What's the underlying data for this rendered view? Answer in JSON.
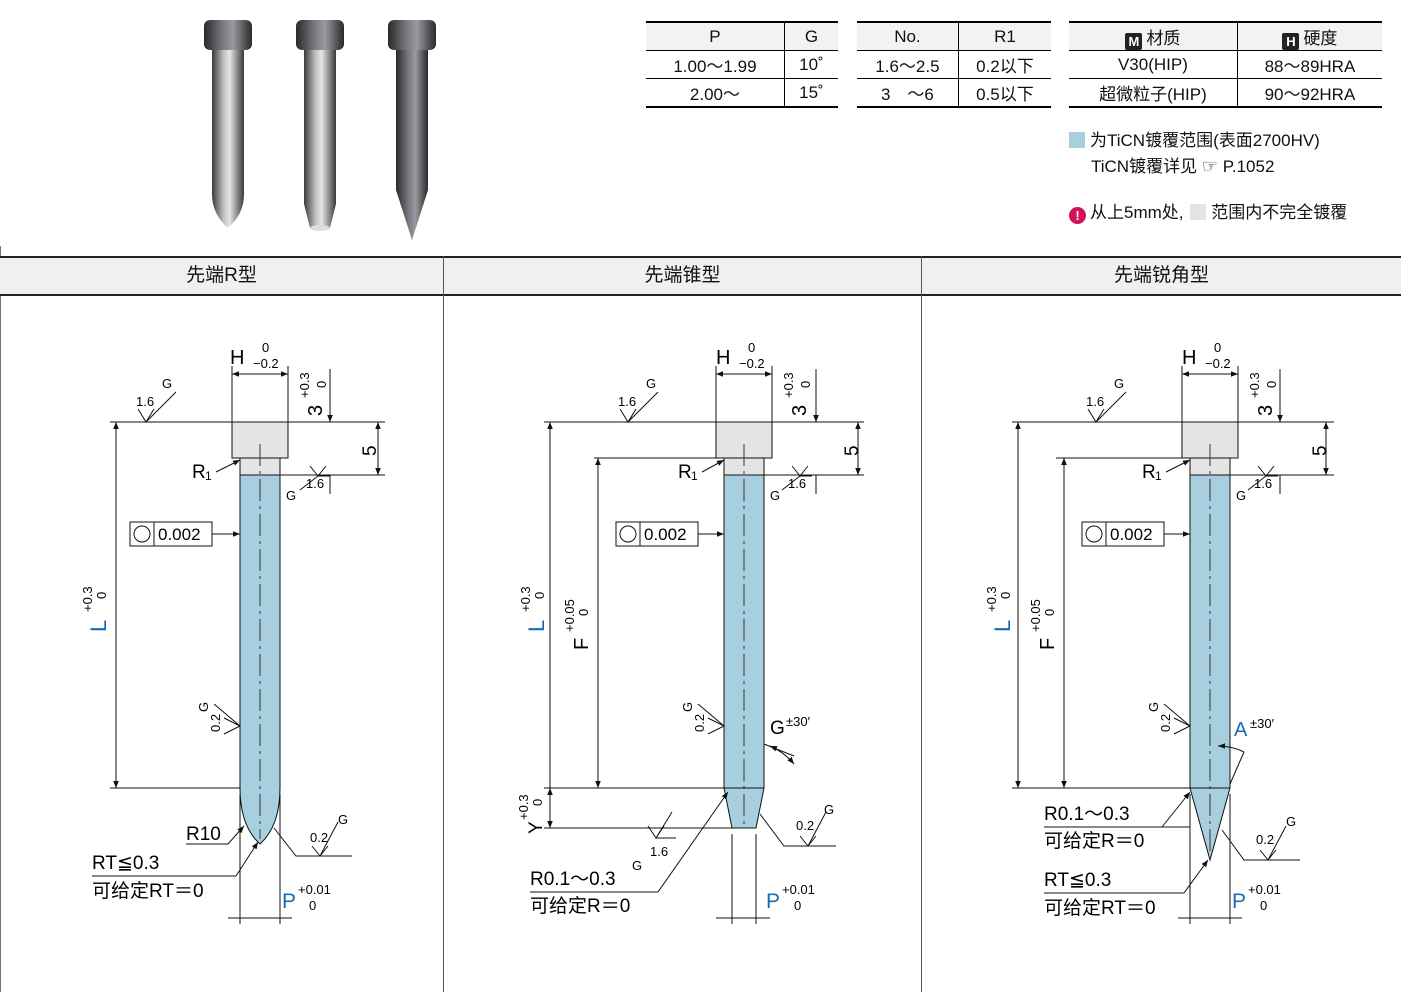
{
  "table_pg": {
    "headers": [
      "P",
      "G"
    ],
    "rows": [
      [
        "1.00～1.99",
        "10˚"
      ],
      [
        "2.00～",
        "15˚"
      ]
    ]
  },
  "table_r1": {
    "headers": [
      "No.",
      "R1"
    ],
    "rows": [
      [
        "1.6～2.5",
        "0.2以下"
      ],
      [
        "3　～6",
        "0.5以下"
      ]
    ]
  },
  "table_mat": {
    "header_material_icon": "M",
    "header_material": "材质",
    "header_hardness_icon": "H",
    "header_hardness": "硬度",
    "rows": [
      [
        "V30(HIP)",
        "88～89HRA"
      ],
      [
        "超微粒子(HIP)",
        "90～92HRA"
      ]
    ]
  },
  "notes": {
    "coating_range": "为TiCN镀覆范围(表面2700HV)",
    "coating_ref_text": "TiCN镀覆详见",
    "coating_ref_page": "P.1052",
    "warning_part1": "从上5mm处,",
    "warning_part2": "范围内不完全镀覆"
  },
  "colors": {
    "coating": "#a8cfdf",
    "uncoated": "#e4e4e4",
    "dim_blue": "#1a6bb5",
    "warn": "#d0105a"
  },
  "sections": [
    {
      "title": "先端R型",
      "head_dim": "H",
      "head_tol_up": "0",
      "head_tol_low": "−0.2",
      "top_dim": "3",
      "top_tol_up": "+0.3",
      "top_tol_low": "0",
      "dim5": "5",
      "r1": "R",
      "r1_sub": "1",
      "roundness": "0.002",
      "len": "L",
      "len_tol_up": "+0.3",
      "len_tol_low": "0",
      "rough_16": "1.6",
      "rough_02": "0.2",
      "rough_g": "G",
      "r10": "R10",
      "rt_line1": "RT≦0.3",
      "rt_line2": "可给定RT＝0",
      "p": "P",
      "p_tol_up": "+0.01",
      "p_tol_low": "0"
    },
    {
      "title": "先端锥型",
      "head_dim": "H",
      "head_tol_up": "0",
      "head_tol_low": "−0.2",
      "top_dim": "3",
      "top_tol_up": "+0.3",
      "top_tol_low": "0",
      "dim5": "5",
      "r1": "R",
      "r1_sub": "1",
      "roundness": "0.002",
      "len": "L",
      "len_tol_up": "+0.3",
      "len_tol_low": "0",
      "f": "F",
      "f_tol_up": "+0.05",
      "f_tol_low": "0",
      "y": "Y",
      "y_tol_up": "+0.3",
      "y_tol_low": "0",
      "angle": "G",
      "angle_tol": "±30′",
      "rough_16": "1.6",
      "rough_02": "0.2",
      "rough_g": "G",
      "r_line1": "R0.1～0.3",
      "r_line2": "可给定R＝0",
      "p": "P",
      "p_tol_up": "+0.01",
      "p_tol_low": "0"
    },
    {
      "title": "先端锐角型",
      "head_dim": "H",
      "head_tol_up": "0",
      "head_tol_low": "−0.2",
      "top_dim": "3",
      "top_tol_up": "+0.3",
      "top_tol_low": "0",
      "dim5": "5",
      "r1": "R",
      "r1_sub": "1",
      "roundness": "0.002",
      "len": "L",
      "len_tol_up": "+0.3",
      "len_tol_low": "0",
      "f": "F",
      "f_tol_up": "+0.05",
      "f_tol_low": "0",
      "angle": "A",
      "angle_tol": "±30′",
      "rough_16": "1.6",
      "rough_02": "0.2",
      "rough_g": "G",
      "r_line1": "R0.1～0.3",
      "r_line2": "可给定R＝0",
      "rt_line1": "RT≦0.3",
      "rt_line2": "可给定RT＝0",
      "p": "P",
      "p_tol_up": "+0.01",
      "p_tol_low": "0"
    }
  ]
}
